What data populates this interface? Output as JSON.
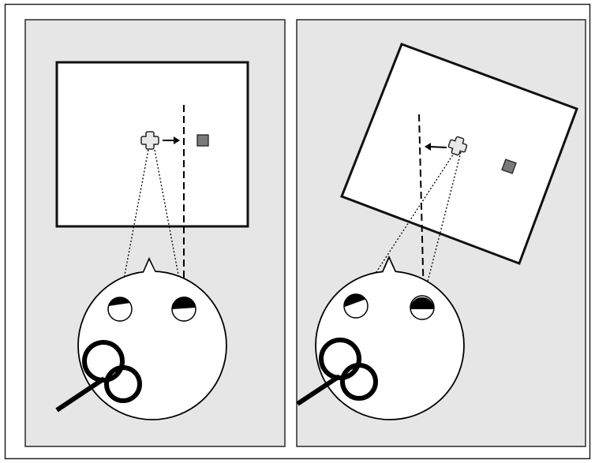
{
  "figure": {
    "colors": {
      "background": "#ffffff",
      "outer_border": "#222222",
      "panel_fill": "#e6e6e6",
      "panel_border": "#2a2a2a",
      "screen_fill": "#ffffff",
      "screen_border": "#111111",
      "fixation_cross_fill": "#e8e8e8",
      "target_square_fill": "#7a7a7a",
      "head_fill": "#ffffff",
      "ink": "#000000"
    },
    "panels": [
      {
        "id": "left",
        "screen": "upright",
        "arrow_direction": "right"
      },
      {
        "id": "right",
        "screen": "tilted",
        "arrow_direction": "left"
      }
    ],
    "icons": [
      "fixation-cross-icon",
      "target-square-icon",
      "tms-coil-icon",
      "eye-icon",
      "nose-icon"
    ]
  }
}
